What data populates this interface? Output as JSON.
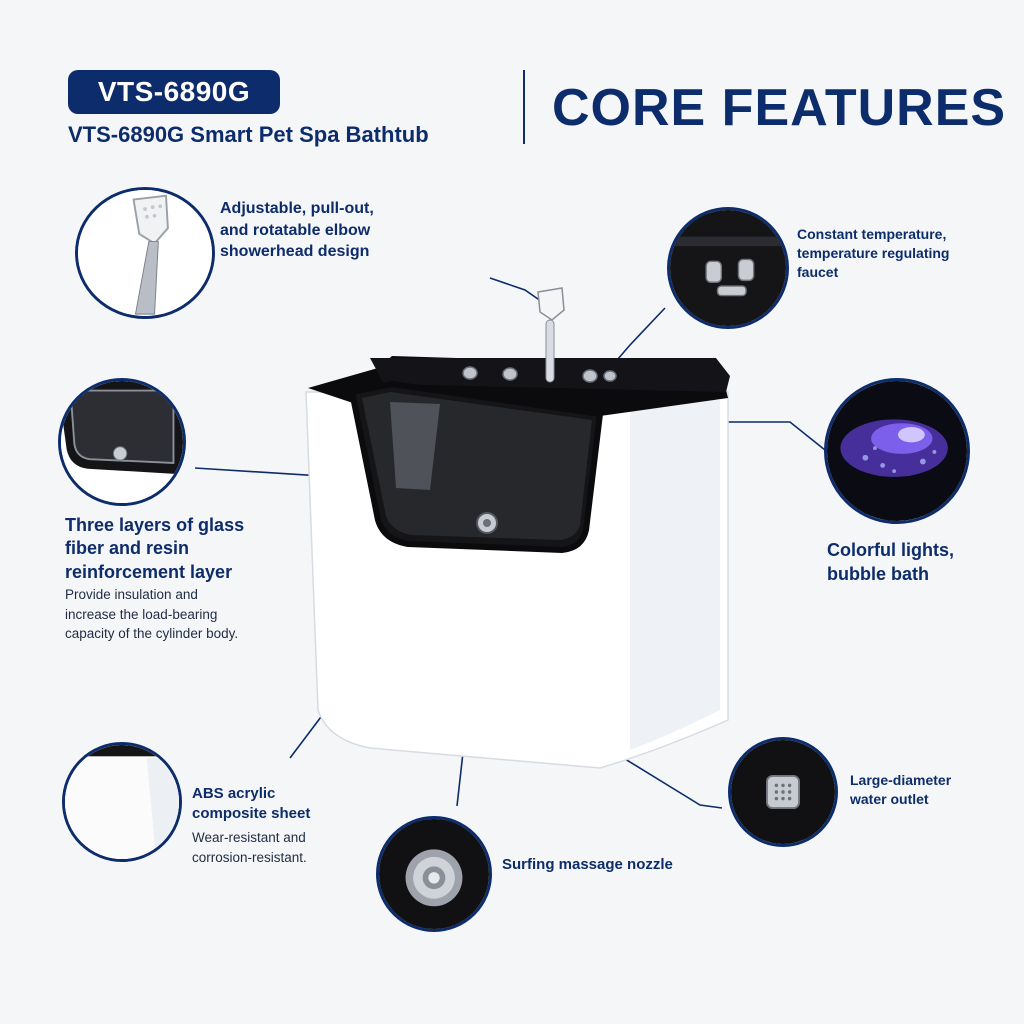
{
  "header": {
    "model": "VTS-6890G",
    "subtitle": "VTS-6890G Smart Pet Spa Bathtub",
    "title": "CORE FEATURES"
  },
  "features": {
    "showerhead": {
      "title_lines": [
        "Adjustable, pull-out,",
        "and rotatable elbow",
        "showerhead design"
      ]
    },
    "faucet": {
      "title_lines": [
        "Constant temperature,",
        "temperature regulating",
        "faucet"
      ]
    },
    "glass_fiber": {
      "title_lines": [
        "Three layers of glass",
        "fiber and resin",
        "reinforcement layer"
      ],
      "desc_lines": [
        "Provide insulation and",
        "increase the load-bearing",
        "capacity of the cylinder body."
      ]
    },
    "lights": {
      "title_lines": [
        "Colorful lights,",
        "bubble bath"
      ]
    },
    "abs": {
      "title_lines": [
        "ABS acrylic",
        "composite sheet"
      ],
      "desc_lines": [
        "Wear-resistant and",
        "corrosion-resistant."
      ]
    },
    "nozzle": {
      "title": "Surfing massage nozzle"
    },
    "outlet": {
      "title_lines": [
        "Large-diameter",
        "water outlet"
      ]
    }
  },
  "colors": {
    "brand_navy": "#0d2c6b",
    "background": "#f5f6f8",
    "tub_black": "#0b0b0d",
    "tub_white": "#ffffff",
    "led_purple": "#7a4cff"
  }
}
